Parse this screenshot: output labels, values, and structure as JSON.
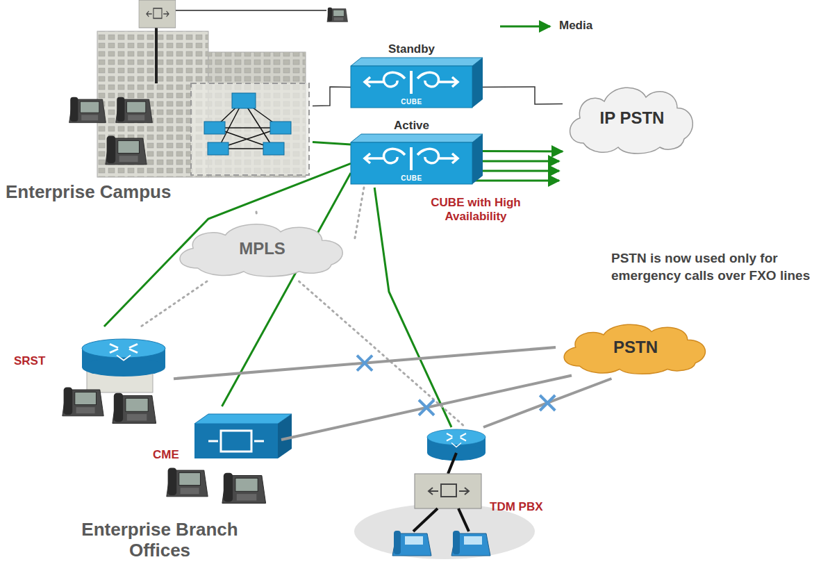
{
  "diagram": {
    "nodes": [
      {
        "text": [
          "Enterprise Campus"
        ]
      },
      {
        "text": [
          "Standby",
          "CUBE"
        ]
      },
      {
        "text": [
          "Active",
          "CUBE"
        ]
      },
      {
        "text": [
          "IP PSTN"
        ]
      },
      {
        "text": [
          "MPLS"
        ]
      },
      {
        "text": [
          "PSTN"
        ]
      },
      {
        "text": [
          "SRST"
        ]
      },
      {
        "text": [
          "CME"
        ]
      },
      {
        "text": [
          "TDM PBX"
        ]
      }
    ],
    "edges": [
      {
        "from": 0,
        "to": 2,
        "arrow": "none"
      },
      {
        "from": 0,
        "to": 1,
        "arrow": "none"
      },
      {
        "from": 2,
        "to": 3,
        "arrow": "to"
      },
      {
        "from": 1,
        "to": 3,
        "arrow": "none"
      },
      {
        "from": 6,
        "to": 2,
        "arrow": "none"
      },
      {
        "from": 7,
        "to": 2,
        "arrow": "none"
      },
      {
        "from": 8,
        "to": 2,
        "arrow": "none"
      },
      {
        "from": 0,
        "to": 4,
        "arrow": "none"
      },
      {
        "from": 4,
        "to": 6,
        "arrow": "none"
      },
      {
        "from": 2,
        "to": 4,
        "arrow": "none"
      },
      {
        "from": 4,
        "to": 8,
        "arrow": "none"
      },
      {
        "from": 6,
        "to": 5,
        "arrow": "none"
      },
      {
        "from": 7,
        "to": 5,
        "arrow": "none"
      },
      {
        "from": 8,
        "to": 5,
        "arrow": "none"
      }
    ],
    "labels": [
      "CUBE with High Availability",
      "Enterprise Branch Offices",
      "PSTN is now used only for emergency calls over FXO lines"
    ],
    "legend": [
      {
        "text": "Media"
      }
    ]
  }
}
